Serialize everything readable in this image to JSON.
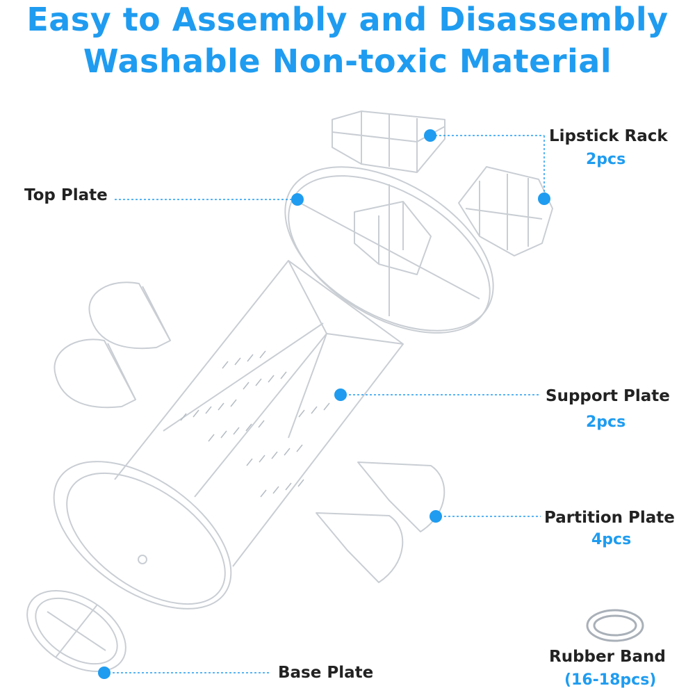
{
  "headline": {
    "line1": "Easy to Assembly and Disassembly",
    "line2": "Washable Non-toxic Material"
  },
  "parts": {
    "lipstick_rack": {
      "label": "Lipstick Rack",
      "qty": "2pcs"
    },
    "top_plate": {
      "label": "Top Plate"
    },
    "support_plate": {
      "label": "Support Plate",
      "qty": "2pcs"
    },
    "partition_plate": {
      "label": "Partition Plate",
      "qty": "4pcs"
    },
    "rubber_band": {
      "label": "Rubber Band",
      "qty": "(16-18pcs)"
    },
    "base_plate": {
      "label": "Base Plate"
    }
  },
  "colors": {
    "accent": "#1f9cf0",
    "label_text": "#222222",
    "acrylic_edge": "#c9ced4"
  }
}
